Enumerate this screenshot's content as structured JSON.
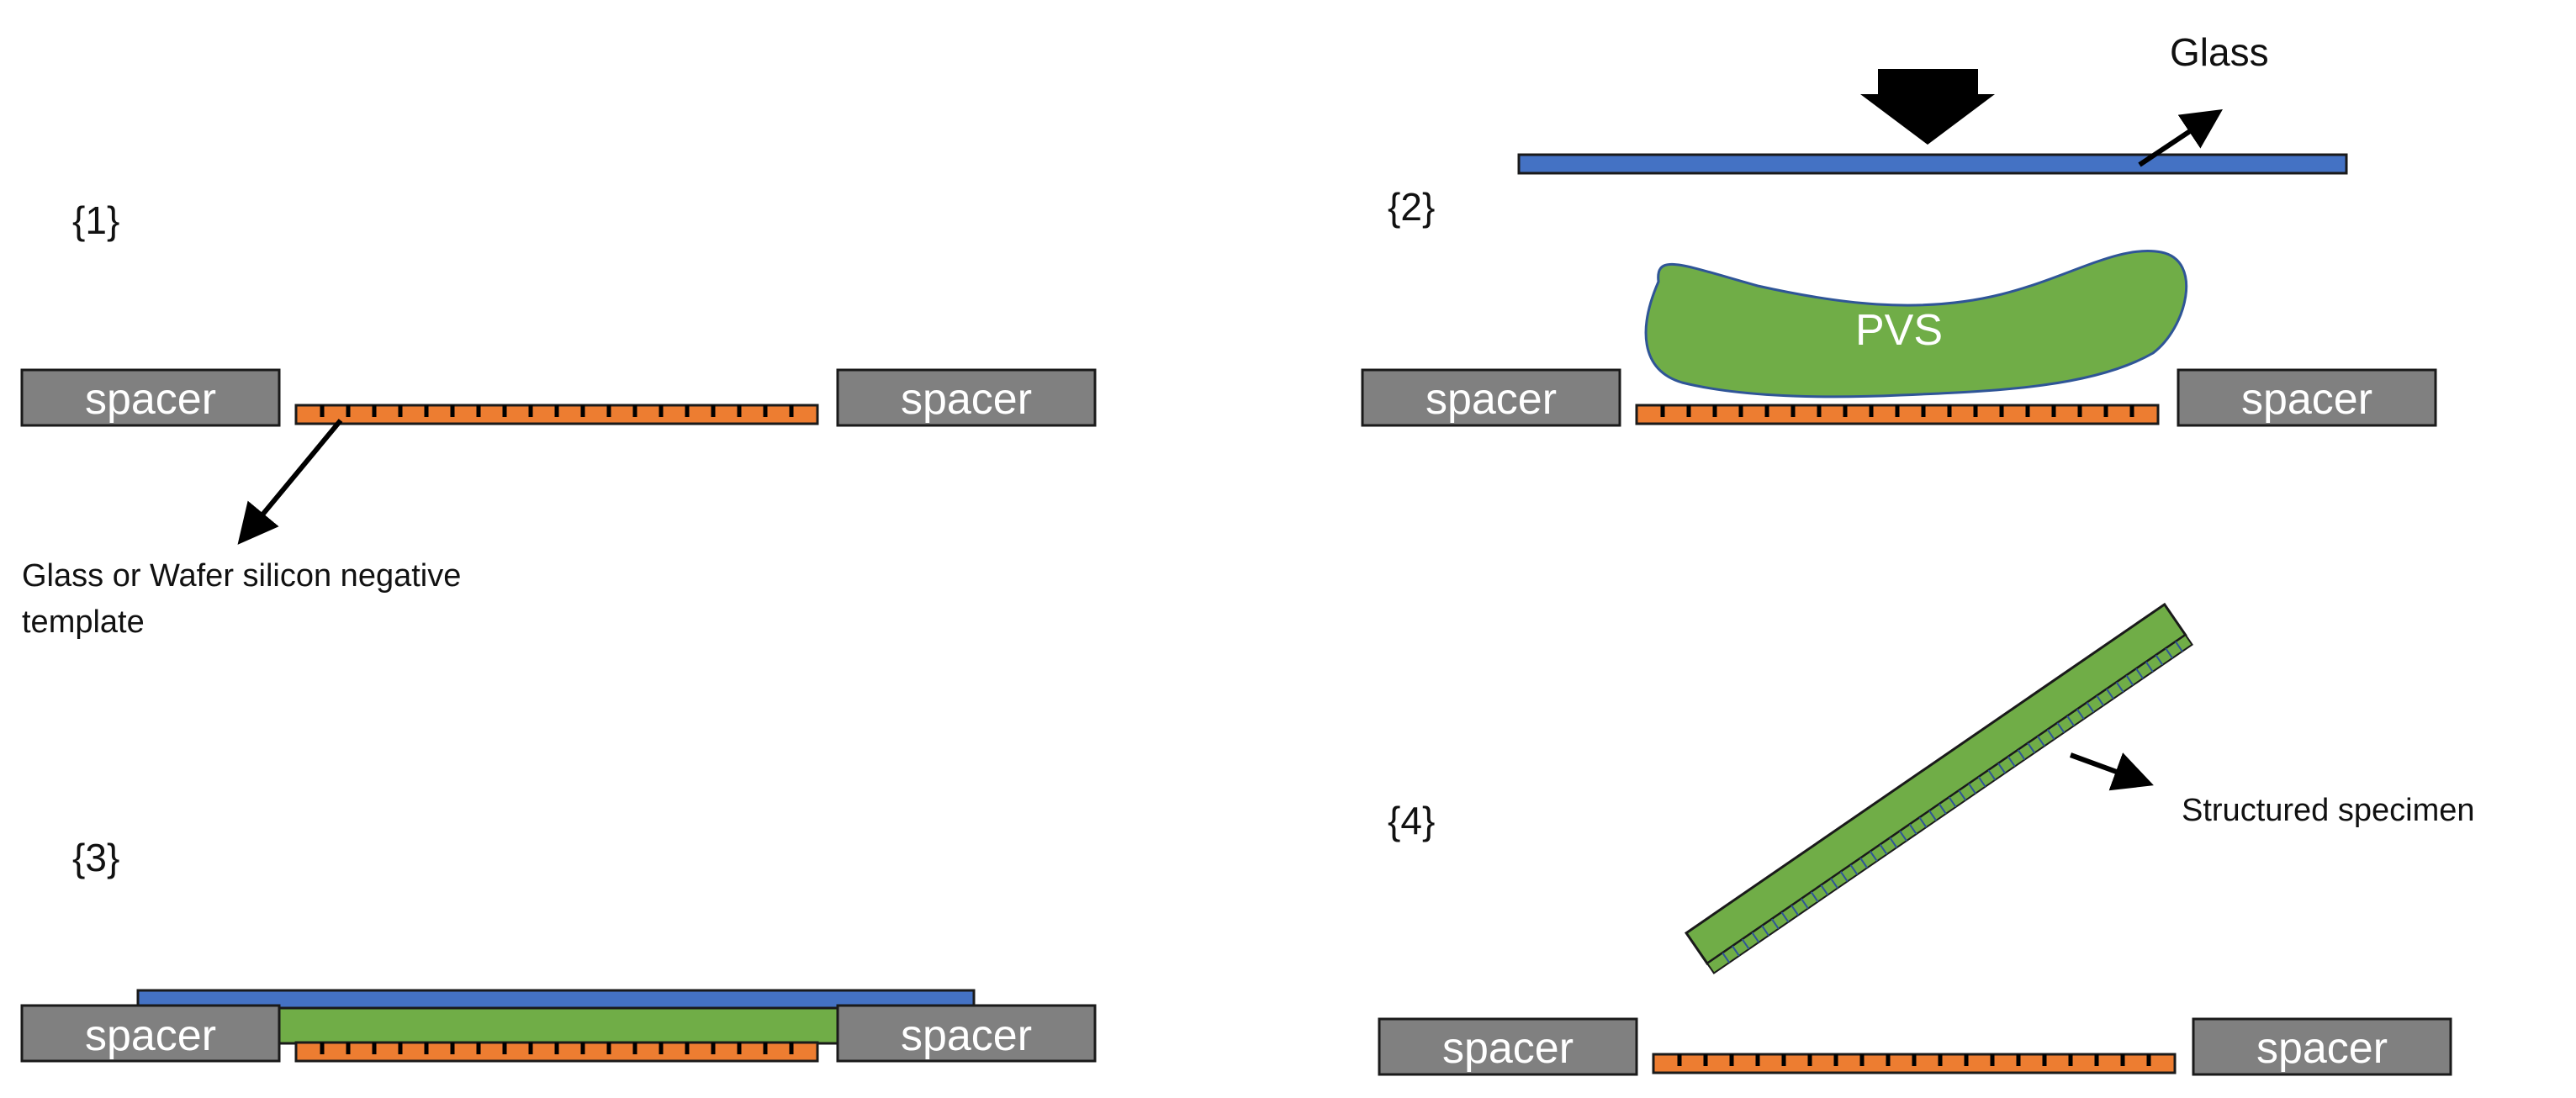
{
  "colors": {
    "spacer": "#808080",
    "template": "#ed7d31",
    "glass": "#4472c4",
    "pvs": "#70ad47",
    "outline": "#1a1a1a",
    "arrow": "#000000"
  },
  "steps": {
    "s1": {
      "label": "{1}",
      "spacer_left": "spacer",
      "spacer_right": "spacer",
      "template_note_line1": "Glass or Wafer silicon negative",
      "template_note_line2": "template"
    },
    "s2": {
      "label": "{2}",
      "spacer_left": "spacer",
      "spacer_right": "spacer",
      "glass_label": "Glass",
      "pvs_label": "PVS"
    },
    "s3": {
      "label": "{3}",
      "spacer_left": "spacer",
      "spacer_right": "spacer"
    },
    "s4": {
      "label": "{4}",
      "spacer_left": "spacer",
      "spacer_right": "spacer",
      "specimen_label": "Structured specimen"
    }
  }
}
